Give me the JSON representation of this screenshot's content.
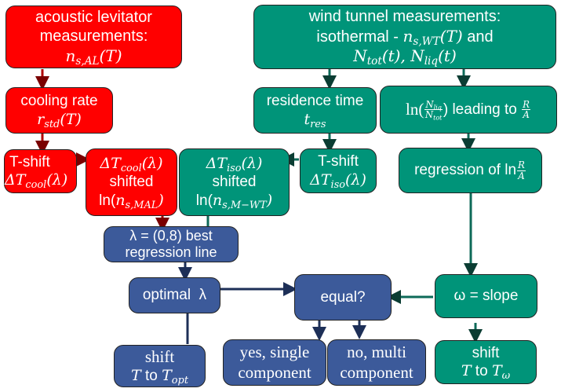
{
  "diagram": {
    "colors": {
      "acoustic": "#ff0000",
      "wind_tunnel": "#009479",
      "combined": "#3c5a9a"
    },
    "nodes": {
      "acoustic_levitator": {
        "line1": "acoustic levitator",
        "line2": "measurements:",
        "formula": "n",
        "formula_sub": "s,AL",
        "formula_arg": "(T)"
      },
      "wind_tunnel": {
        "line1": "wind tunnel measurements:",
        "line2_prefix": "isothermal - ",
        "formula": "n",
        "formula_sub": "s,WT",
        "formula_arg": "(T)",
        "line2_suffix": " and",
        "line3_a": "N",
        "line3_a_sub": "tot",
        "line3_a_arg": "(t), ",
        "line3_b": "N",
        "line3_b_sub": "liq",
        "line3_b_arg": "(t)"
      },
      "cooling_rate": {
        "label": "cooling rate",
        "formula": "r",
        "formula_sub": "std",
        "formula_arg": "(T)"
      },
      "residence_time": {
        "label": "residence time",
        "formula": "t",
        "formula_sub": "res"
      },
      "ln_ratio": {
        "prefix": "ln(",
        "num": "N",
        "num_sub": "liq",
        "den": "N",
        "den_sub": "tot",
        "middle": ") leading to ",
        "frac_num": "R",
        "frac_den": "A"
      },
      "t_shift_cool": {
        "label": "T-shift",
        "formula": "ΔT",
        "formula_sub": "cool",
        "formula_arg": "(λ)"
      },
      "dt_cool_shifted": {
        "formula": "ΔT",
        "formula_sub": "cool",
        "formula_arg": "(λ)",
        "label": "shifted",
        "ln_prefix": "ln(",
        "ln_var": "n",
        "ln_sub": "s,MAL",
        "ln_suffix": ")"
      },
      "dt_iso_shifted": {
        "formula": "ΔT",
        "formula_sub": "iso",
        "formula_arg": "(λ)",
        "label": "shifted",
        "ln_prefix": "ln(",
        "ln_var": "n",
        "ln_sub": "s,M−WT",
        "ln_suffix": ")"
      },
      "t_shift_iso": {
        "label": "T-shift",
        "formula": "ΔT",
        "formula_sub": "iso",
        "formula_arg": "(λ)"
      },
      "regression_ln": {
        "label": "regression of ln",
        "frac_num": "R",
        "frac_den": "A"
      },
      "best_regression": {
        "line1": "λ = (0,8) best",
        "line2": "regression line"
      },
      "optimal_lambda": {
        "label": "optimal  λ"
      },
      "equal": {
        "label": "equal?"
      },
      "omega_slope": {
        "label": "ω = slope"
      },
      "shift_opt": {
        "label": "shift",
        "var": "T",
        "to": " to ",
        "target": "T",
        "target_sub": "opt"
      },
      "yes_single": {
        "line1": "yes, single",
        "line2": "component"
      },
      "no_multi": {
        "line1": "no, multi",
        "line2": "component"
      },
      "shift_omega": {
        "label": "shift",
        "var": "T",
        "to": " to ",
        "target": "T",
        "target_sub": "ω"
      }
    }
  }
}
